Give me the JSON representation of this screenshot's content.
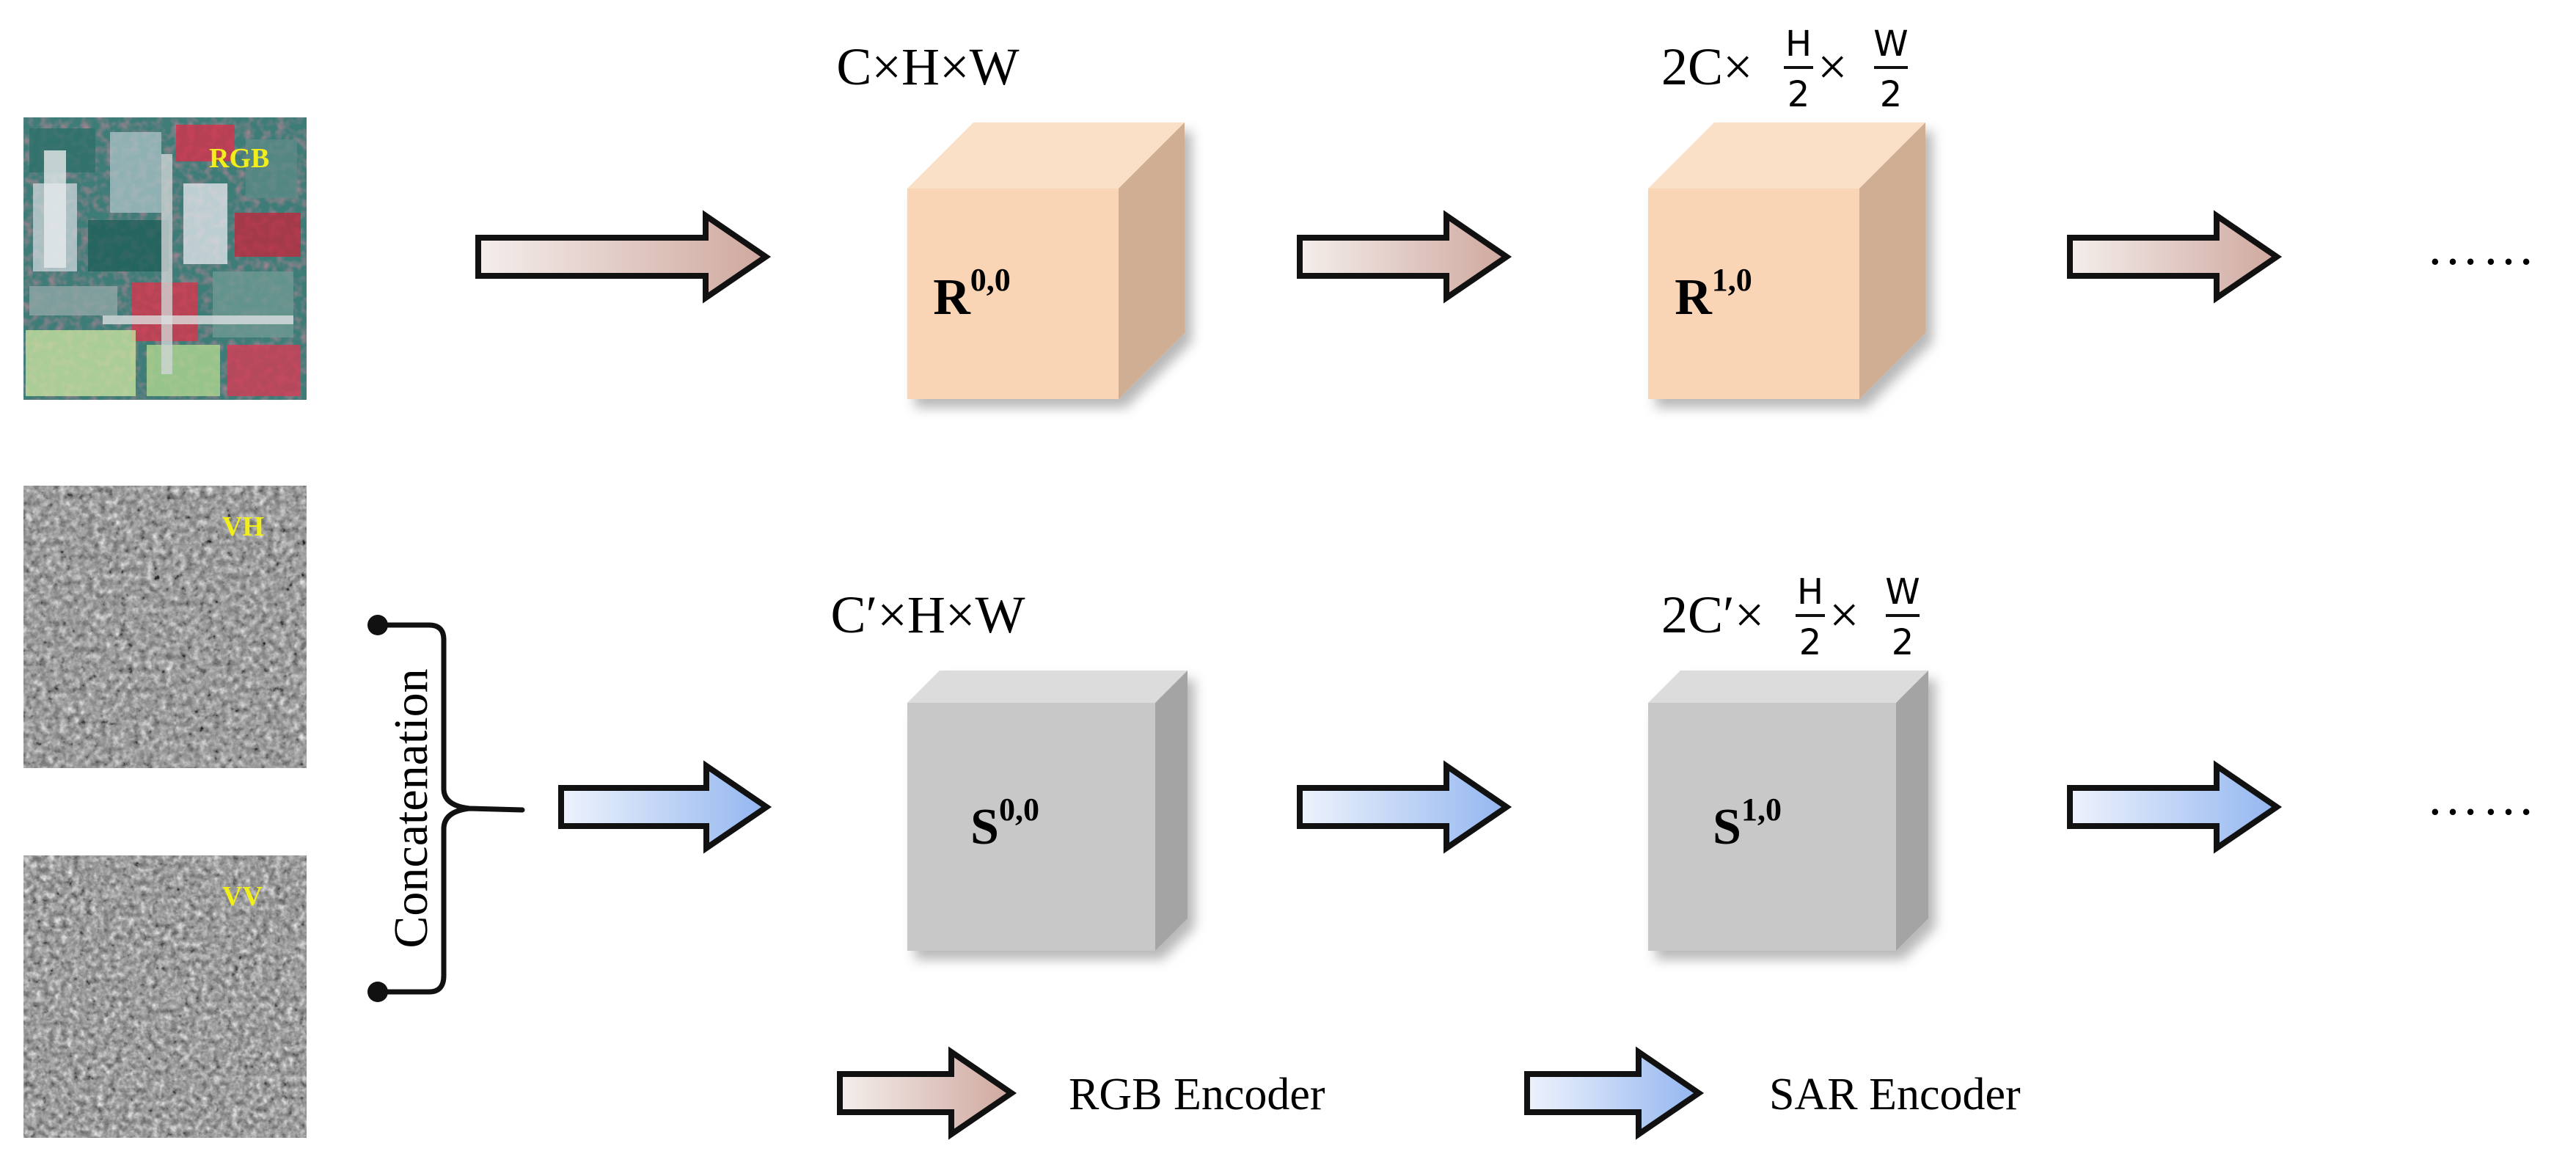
{
  "colors": {
    "rgb_front": "#FAD5B5",
    "rgb_top": "#FBE0C8",
    "rgb_side": "#CFAE94",
    "sar_front": "#C8C8C8",
    "sar_top": "#DCDCDC",
    "sar_side": "#A4A4A4",
    "rgb_arrow_light": "#F4EEEC",
    "rgb_arrow_dark": "#CFA89E",
    "sar_arrow_light": "#EEF3FC",
    "sar_arrow_dark": "#93B6F0",
    "image_label": "#F2EE1A",
    "outline": "#111111"
  },
  "inputs": {
    "rgb_label": "RGB",
    "vh_label": "VH",
    "vv_label": "VV",
    "concat_label": "Concatenation"
  },
  "rgb_row": {
    "dims1": {
      "pre": "C×H×W"
    },
    "dims2": {
      "pre": "2C×",
      "f1_num": "H",
      "f1_den": "2",
      "mid": "×",
      "f2_num": "W",
      "f2_den": "2"
    },
    "cube1": {
      "base": "R",
      "sup": "0,0"
    },
    "cube2": {
      "base": "R",
      "sup": "1,0"
    },
    "continuation": "……"
  },
  "sar_row": {
    "dims1": {
      "pre": "C′×H×W"
    },
    "dims2": {
      "pre": "2C′×",
      "f1_num": "H",
      "f1_den": "2",
      "mid": "×",
      "f2_num": "W",
      "f2_den": "2"
    },
    "cube1": {
      "base": "S",
      "sup": "0,0"
    },
    "cube2": {
      "base": "S",
      "sup": "1,0"
    },
    "continuation": "……"
  },
  "legend": {
    "rgb_encoder": "RGB Encoder",
    "sar_encoder": "SAR Encoder"
  }
}
